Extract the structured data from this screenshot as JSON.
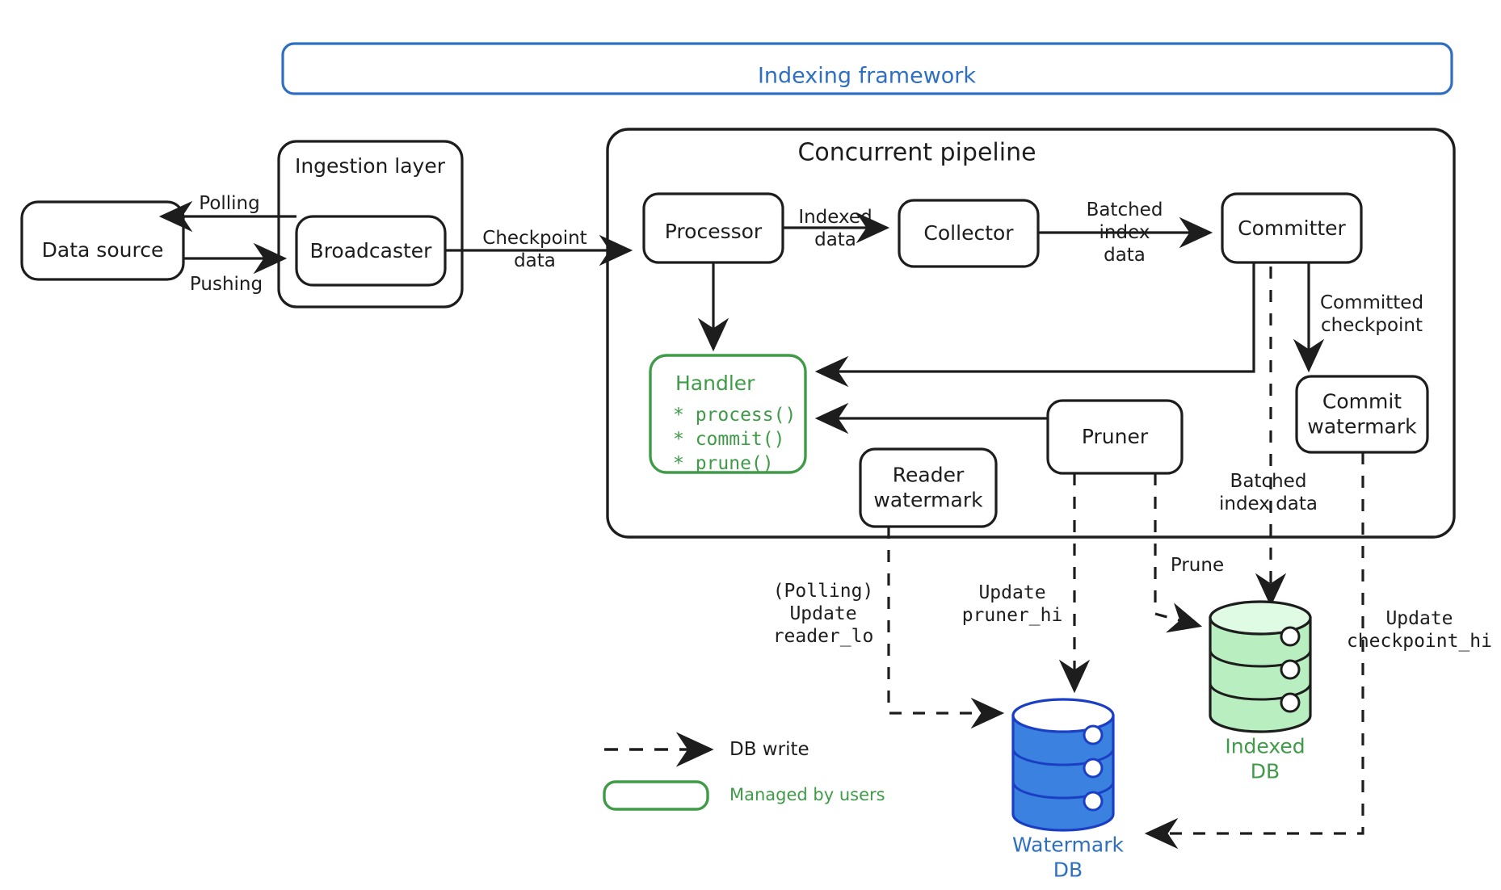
{
  "diagram": {
    "title": "Indexing framework",
    "colors": {
      "blue": "#2f6fc0",
      "green": "#3f9b47",
      "green_fill": "#b9efc0",
      "blue_fill": "#3b82e0",
      "ink": "#1d1d1d"
    },
    "containers": [
      {
        "id": "indexing-framework",
        "label": "Indexing framework",
        "color": "blue"
      },
      {
        "id": "ingestion-layer",
        "label": "Ingestion layer",
        "color": "ink"
      },
      {
        "id": "concurrent-pipeline",
        "label": "Concurrent pipeline",
        "color": "ink"
      }
    ],
    "nodes": [
      {
        "id": "data-source",
        "label": "Data source"
      },
      {
        "id": "broadcaster",
        "label": "Broadcaster"
      },
      {
        "id": "processor",
        "label": "Processor"
      },
      {
        "id": "collector",
        "label": "Collector"
      },
      {
        "id": "committer",
        "label": "Committer"
      },
      {
        "id": "commit-watermark",
        "label": "Commit\nwatermark"
      },
      {
        "id": "reader-watermark",
        "label": "Reader\nwatermark"
      },
      {
        "id": "pruner",
        "label": "Pruner"
      }
    ],
    "handler": {
      "title": "Handler",
      "methods": [
        "* process()",
        "* commit()",
        "* prune()"
      ]
    },
    "databases": [
      {
        "id": "indexed-db",
        "label": "Indexed\nDB",
        "color": "green"
      },
      {
        "id": "watermark-db",
        "label": "Watermark\nDB",
        "color": "blue"
      }
    ],
    "edge_labels": [
      {
        "id": "polling",
        "text": "Polling",
        "style": "hand"
      },
      {
        "id": "pushing",
        "text": "Pushing",
        "style": "hand"
      },
      {
        "id": "checkpoint-data",
        "text": "Checkpoint\ndata",
        "style": "hand"
      },
      {
        "id": "indexed-data",
        "text": "Indexed\ndata",
        "style": "hand"
      },
      {
        "id": "batched-index-data-top",
        "text": "Batched\nindex\ndata",
        "style": "hand"
      },
      {
        "id": "committed-checkpoint",
        "text": "Committed\ncheckpoint",
        "style": "hand"
      },
      {
        "id": "batched-index-data-bottom",
        "text": "Batched\nindex data",
        "style": "hand"
      },
      {
        "id": "prune",
        "text": "Prune",
        "style": "hand"
      },
      {
        "id": "polling-update-reader-lo",
        "text": "(Polling)\nUpdate\nreader_lo",
        "style": "mono"
      },
      {
        "id": "update-pruner-hi",
        "text": "Update\npruner_hi",
        "style": "mono"
      },
      {
        "id": "update-checkpoint-hi",
        "text": "Update\ncheckpoint_hi",
        "style": "mono"
      }
    ],
    "legend": [
      {
        "id": "db-write",
        "label": "DB write",
        "swatch": "dashed-arrow"
      },
      {
        "id": "managed-by-users",
        "label": "Managed by users",
        "swatch": "green-rounded-box"
      }
    ]
  }
}
